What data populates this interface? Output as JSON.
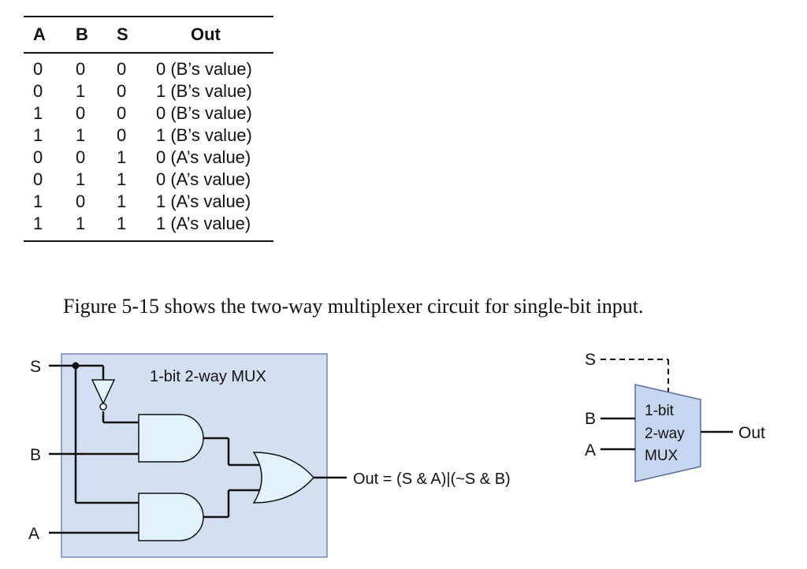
{
  "truth_table": {
    "headers": [
      "A",
      "B",
      "S",
      "Out"
    ],
    "rows": [
      [
        "0",
        "0",
        "0",
        "0 (B’s value)"
      ],
      [
        "0",
        "1",
        "0",
        "1 (B’s value)"
      ],
      [
        "1",
        "0",
        "0",
        "0 (B’s value)"
      ],
      [
        "1",
        "1",
        "0",
        "1 (B’s value)"
      ],
      [
        "0",
        "0",
        "1",
        "0 (A’s value)"
      ],
      [
        "0",
        "1",
        "1",
        "0 (A’s value)"
      ],
      [
        "1",
        "0",
        "1",
        "1 (A’s value)"
      ],
      [
        "1",
        "1",
        "1",
        "1 (A’s value)"
      ]
    ]
  },
  "caption": "Figure 5-15 shows the two-way multiplexer circuit for single-bit input.",
  "circuit": {
    "box_label": "1-bit 2-way MUX",
    "input_s": "S",
    "input_b": "B",
    "input_a": "A",
    "output_expr": "Out = (S & A)|(~S & B)",
    "box_fill": "#d4e0f2",
    "gate_fill": "#e4f2fb"
  },
  "mux_symbol": {
    "input_s": "S",
    "input_b": "B",
    "input_a": "A",
    "label_line1": "1-bit",
    "label_line2": "2-way",
    "label_line3": "MUX",
    "output": "Out",
    "fill": "#c6d6f0"
  }
}
